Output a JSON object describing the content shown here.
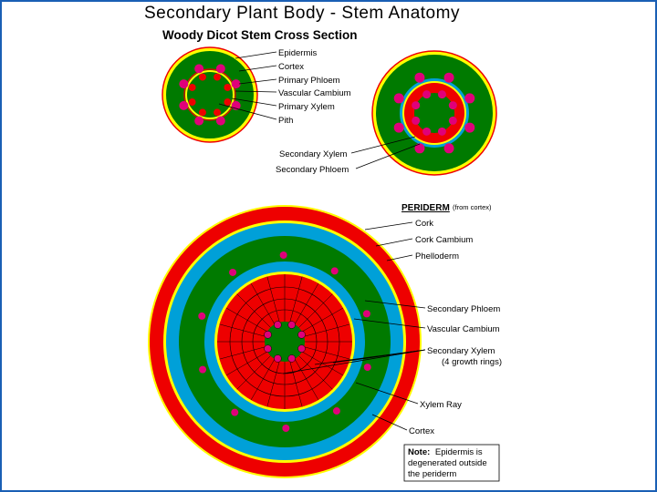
{
  "title": "Secondary Plant Body - Stem Anatomy",
  "subtitle": "Woody Dicot Stem Cross Section",
  "small_stem_labels": [
    "Epidermis",
    "Cortex",
    "Primary Phloem",
    "Vascular Cambium",
    "Primary Xylem",
    "Pith"
  ],
  "medium_stem_labels": [
    "Secondary Xylem",
    "Secondary Phloem"
  ],
  "periderm": {
    "heading": "PERIDERM",
    "note": "(from cortex)",
    "labels": [
      "Cork",
      "Cork Cambium",
      "Phelloderm"
    ]
  },
  "large_stem_labels": [
    "Secondary Phloem",
    "Vascular Cambium",
    "Secondary Xylem",
    "(4 growth rings)",
    "Xylem Ray",
    "Cortex"
  ],
  "note_box": {
    "prefix": "Note:",
    "lines": [
      "Epidermis is",
      "degenerated outside",
      "the periderm"
    ]
  },
  "colors": {
    "epidermis": "#ffff00",
    "cortex": "#007a00",
    "phloem": "#e0007a",
    "xylem": "#ee0000",
    "cambium": "#00a0d8",
    "cork": "#ee0000",
    "frame": "#1a5fb4"
  }
}
